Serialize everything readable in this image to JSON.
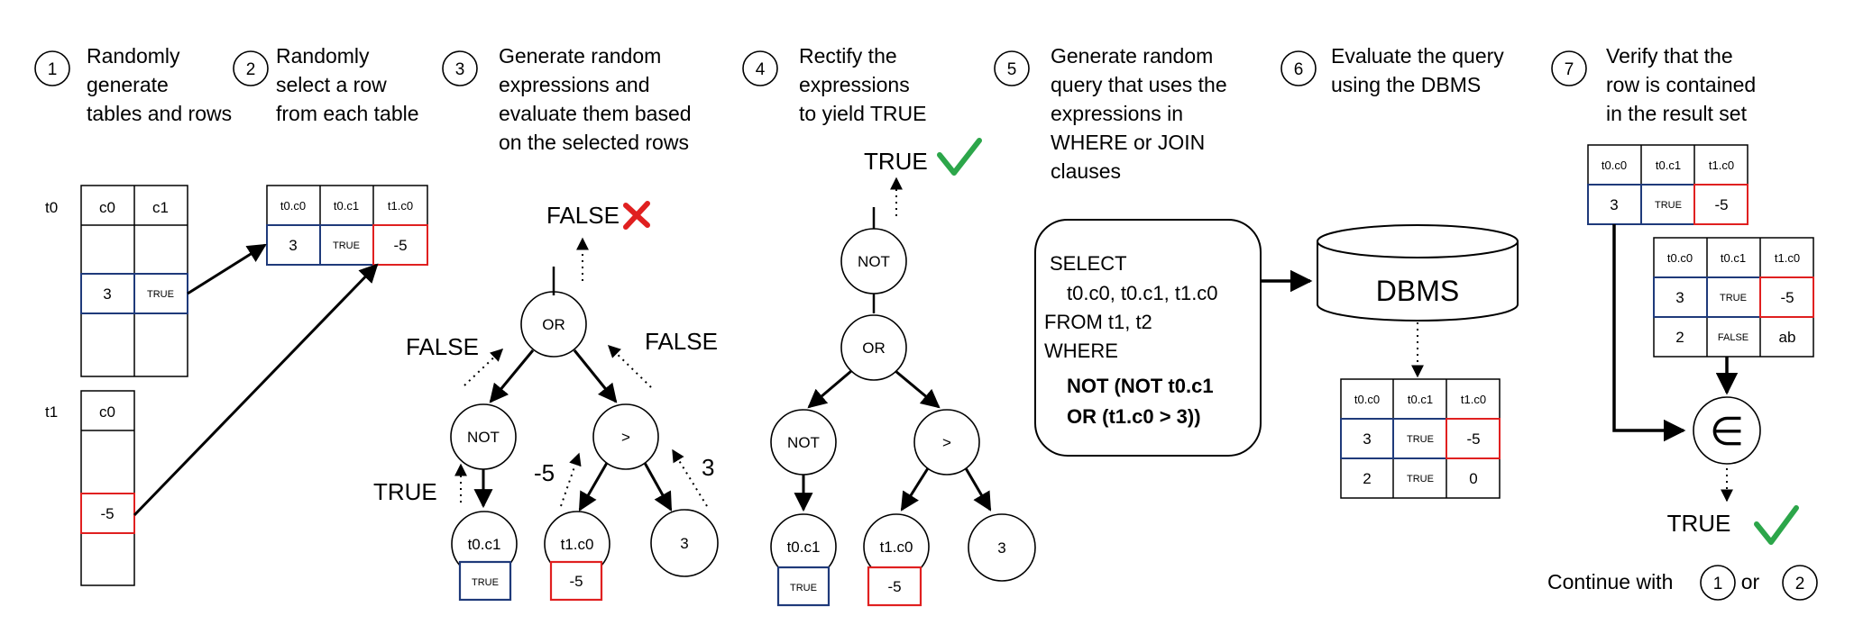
{
  "steps": [
    {
      "num": "1",
      "lines": [
        "Randomly",
        "generate",
        "tables and rows"
      ]
    },
    {
      "num": "2",
      "lines": [
        "Randomly",
        "select a row",
        "from each table"
      ]
    },
    {
      "num": "3",
      "lines": [
        "Generate random",
        "expressions and",
        "evaluate them based",
        "on the selected rows"
      ]
    },
    {
      "num": "4",
      "lines": [
        "Rectify the",
        "expressions",
        "to yield TRUE"
      ]
    },
    {
      "num": "5",
      "lines": [
        "Generate random",
        "query that uses the",
        "expressions in",
        "WHERE or JOIN",
        "clauses"
      ]
    },
    {
      "num": "6",
      "lines": [
        "Evaluate the query",
        "using the DBMS"
      ]
    },
    {
      "num": "7",
      "lines": [
        "Verify that the",
        "row is contained",
        "in the result set"
      ]
    }
  ],
  "tables": {
    "t0": {
      "name": "t0",
      "headers": [
        "c0",
        "c1"
      ],
      "selected_row": [
        "3",
        "TRUE"
      ]
    },
    "t1": {
      "name": "t1",
      "headers": [
        "c0"
      ],
      "selected_row": [
        "-5"
      ]
    }
  },
  "pivot": {
    "headers": [
      "t0.c0",
      "t0.c1",
      "t1.c0"
    ],
    "row": [
      "3",
      "TRUE",
      "-5"
    ]
  },
  "expr3": {
    "root_result": "FALSE",
    "or_node": "OR",
    "left_result": "FALSE",
    "right_result": "FALSE",
    "not_node": "NOT",
    "gt_node": ">",
    "not_result": "TRUE",
    "col_a": "t0.c1",
    "col_a_value": "TRUE",
    "col_b": "t1.c0",
    "col_b_value": "-5",
    "col_b_result": "-5",
    "const": "3",
    "const_result": "3"
  },
  "expr4": {
    "result": "TRUE",
    "not_top": "NOT",
    "or_node": "OR",
    "not_node": "NOT",
    "gt_node": ">",
    "col_a": "t0.c1",
    "col_a_value": "TRUE",
    "col_b": "t1.c0",
    "col_b_value": "-5",
    "const": "3"
  },
  "query": {
    "line1": "SELECT",
    "line2": "t0.c0, t0.c1, t1.c0",
    "line3": "FROM t1, t2",
    "line4": "WHERE",
    "line5": "NOT (NOT t0.c1",
    "line6": "OR (t1.c0 > 3))"
  },
  "dbms": {
    "label": "DBMS",
    "headers": [
      "t0.c0",
      "t0.c1",
      "t1.c0"
    ],
    "rows": [
      [
        "3",
        "TRUE",
        "-5"
      ],
      [
        "2",
        "TRUE",
        "0"
      ]
    ]
  },
  "verify": {
    "pivot_headers": [
      "t0.c0",
      "t0.c1",
      "t1.c0"
    ],
    "pivot_row": [
      "3",
      "TRUE",
      "-5"
    ],
    "result_headers": [
      "t0.c0",
      "t0.c1",
      "t1.c0"
    ],
    "result_rows": [
      [
        "3",
        "TRUE",
        "-5"
      ],
      [
        "2",
        "FALSE",
        "ab"
      ]
    ],
    "symbol": "∈",
    "result": "TRUE",
    "continue_text": "Continue with",
    "or_text": "or",
    "continue_a": "1",
    "continue_b": "2"
  },
  "colors": {
    "blue": "#1f3a7a",
    "red": "#e02020",
    "green": "#2ca64a",
    "black": "#000000"
  }
}
